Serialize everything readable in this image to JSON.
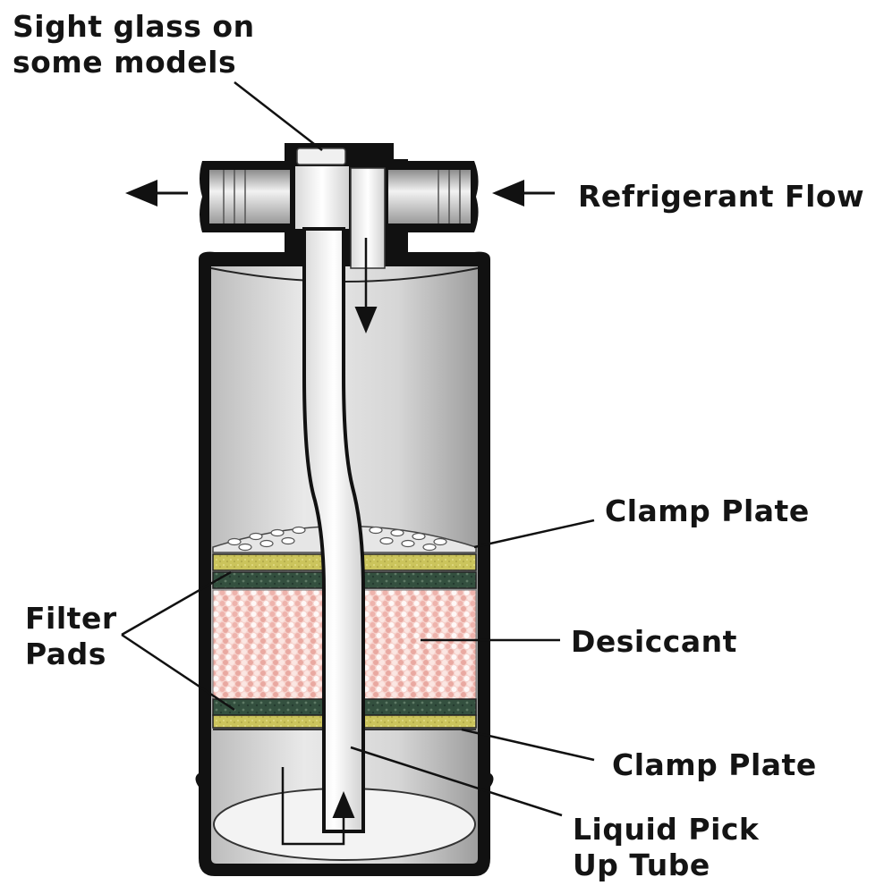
{
  "labels": {
    "sight_glass": [
      "Sight glass on",
      "some models"
    ],
    "refrigerant_flow": "Refrigerant Flow",
    "clamp_plate_top": "Clamp Plate",
    "filter_pads": [
      "Filter",
      "Pads"
    ],
    "desiccant": "Desiccant",
    "clamp_plate_bottom": "Clamp Plate",
    "liquid_pick_up_tube": [
      "Liquid Pick",
      "Up Tube"
    ]
  },
  "colors": {
    "outline": "#111111",
    "canister_fill": "#cfcfcf",
    "canister_light": "#ececec",
    "filter_pad_yellow": "#c9c25a",
    "filter_pad_green": "#2f4a40",
    "desiccant": "#f3c9c4",
    "tube": "#f7f7f7"
  },
  "icons": {
    "flow_arrow_out": "arrow-left-icon",
    "flow_arrow_in": "arrow-left-icon",
    "flow_arrow_down": "arrow-down-icon",
    "flow_arrow_up": "arrow-up-icon"
  }
}
